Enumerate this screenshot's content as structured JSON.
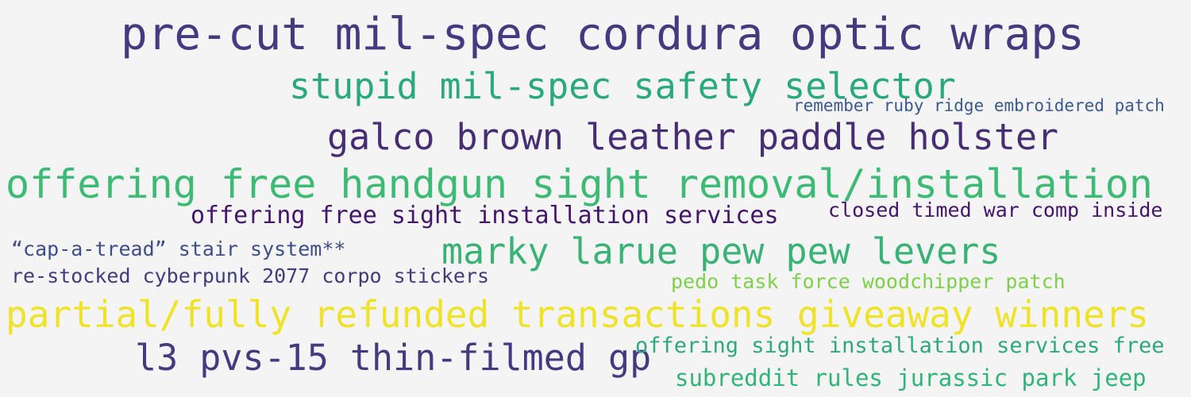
{
  "wordcloud": {
    "words": [
      {
        "text": "pre-cut mil-spec cordura optic wraps",
        "color": "#433a80"
      },
      {
        "text": "stupid mil-spec safety selector",
        "color": "#2aa87e"
      },
      {
        "text": "remember ruby ridge embroidered patch",
        "color": "#3b5a8c"
      },
      {
        "text": "galco brown leather paddle holster",
        "color": "#472d74"
      },
      {
        "text": "offering free handgun sight removal/installation",
        "color": "#3dbb74"
      },
      {
        "text": "offering free sight installation services",
        "color": "#44166b"
      },
      {
        "text": "closed timed war comp inside",
        "color": "#44166b"
      },
      {
        "text": "“cap-a-tread” stair system**",
        "color": "#3d4d8a"
      },
      {
        "text": "marky larue pew pew levers",
        "color": "#39b276"
      },
      {
        "text": "re-stocked cyberpunk 2077 corpo stickers",
        "color": "#423b7e"
      },
      {
        "text": "pedo task force woodchipper patch",
        "color": "#7ed04b"
      },
      {
        "text": "partial/fully refunded transactions giveaway winners",
        "color": "#efe22a"
      },
      {
        "text": "l3 pvs-15 thin-filmed gp",
        "color": "#433a80"
      },
      {
        "text": "offering sight installation services free",
        "color": "#2fa882"
      },
      {
        "text": "subreddit rules jurassic park jeep",
        "color": "#2fb47a"
      }
    ]
  }
}
